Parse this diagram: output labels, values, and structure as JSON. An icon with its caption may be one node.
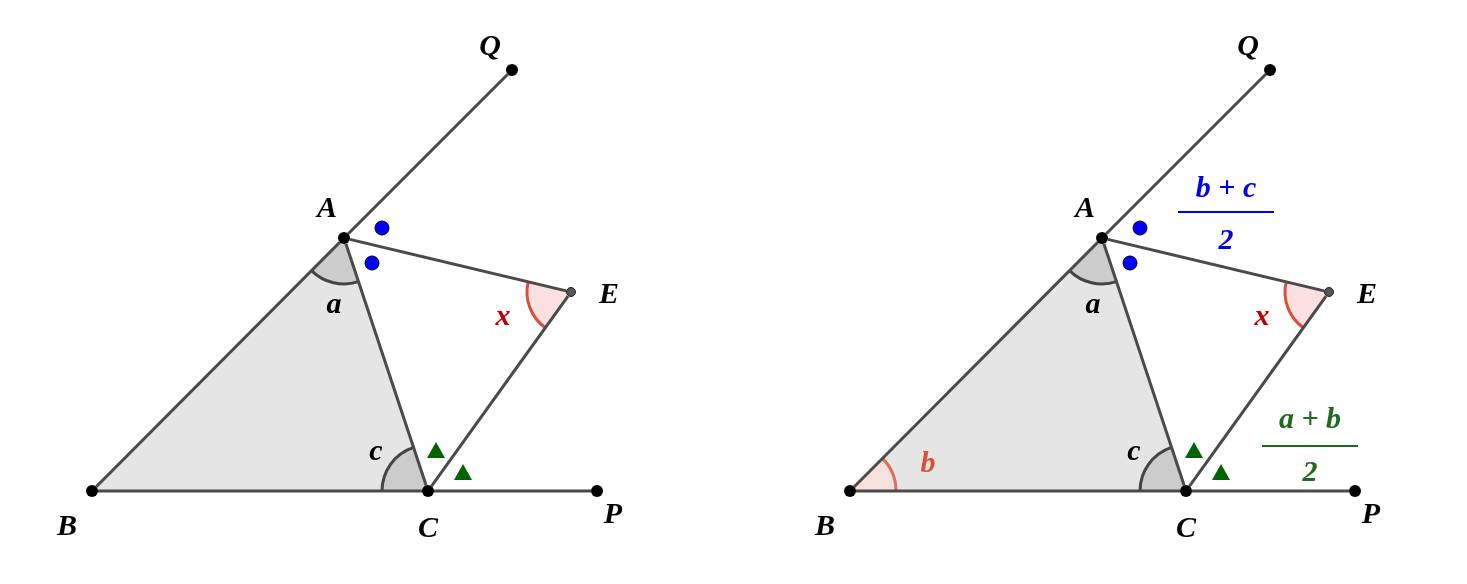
{
  "diagram": {
    "nodes": [
      {
        "text": [
          "Q"
        ]
      },
      {
        "text": [
          "A"
        ]
      },
      {
        "text": [
          "E"
        ]
      },
      {
        "text": [
          "B"
        ]
      },
      {
        "text": [
          "C"
        ]
      },
      {
        "text": [
          "P"
        ]
      },
      {
        "text": [
          "Q"
        ]
      },
      {
        "text": [
          "A"
        ]
      },
      {
        "text": [
          "E"
        ]
      },
      {
        "text": [
          "B"
        ]
      },
      {
        "text": [
          "C"
        ]
      },
      {
        "text": [
          "P"
        ]
      }
    ],
    "edges": [
      {
        "from": 1,
        "to": 0,
        "arrow": "none"
      },
      {
        "from": 3,
        "to": 1,
        "arrow": "none"
      },
      {
        "from": 1,
        "to": 2,
        "arrow": "none"
      },
      {
        "from": 1,
        "to": 4,
        "arrow": "none"
      },
      {
        "from": 4,
        "to": 2,
        "arrow": "none"
      },
      {
        "from": 3,
        "to": 4,
        "arrow": "none"
      },
      {
        "from": 4,
        "to": 5,
        "arrow": "none"
      },
      {
        "from": 7,
        "to": 6,
        "arrow": "none"
      },
      {
        "from": 9,
        "to": 7,
        "arrow": "none"
      },
      {
        "from": 7,
        "to": 8,
        "arrow": "none"
      },
      {
        "from": 7,
        "to": 10,
        "arrow": "none"
      },
      {
        "from": 10,
        "to": 8,
        "arrow": "none"
      },
      {
        "from": 9,
        "to": 10,
        "arrow": "none"
      },
      {
        "from": 10,
        "to": 11,
        "arrow": "none"
      }
    ],
    "labels": [
      "a",
      "x",
      "c",
      "b + c",
      "2",
      "a",
      "x",
      "a + b",
      "2",
      "c",
      "b"
    ]
  }
}
